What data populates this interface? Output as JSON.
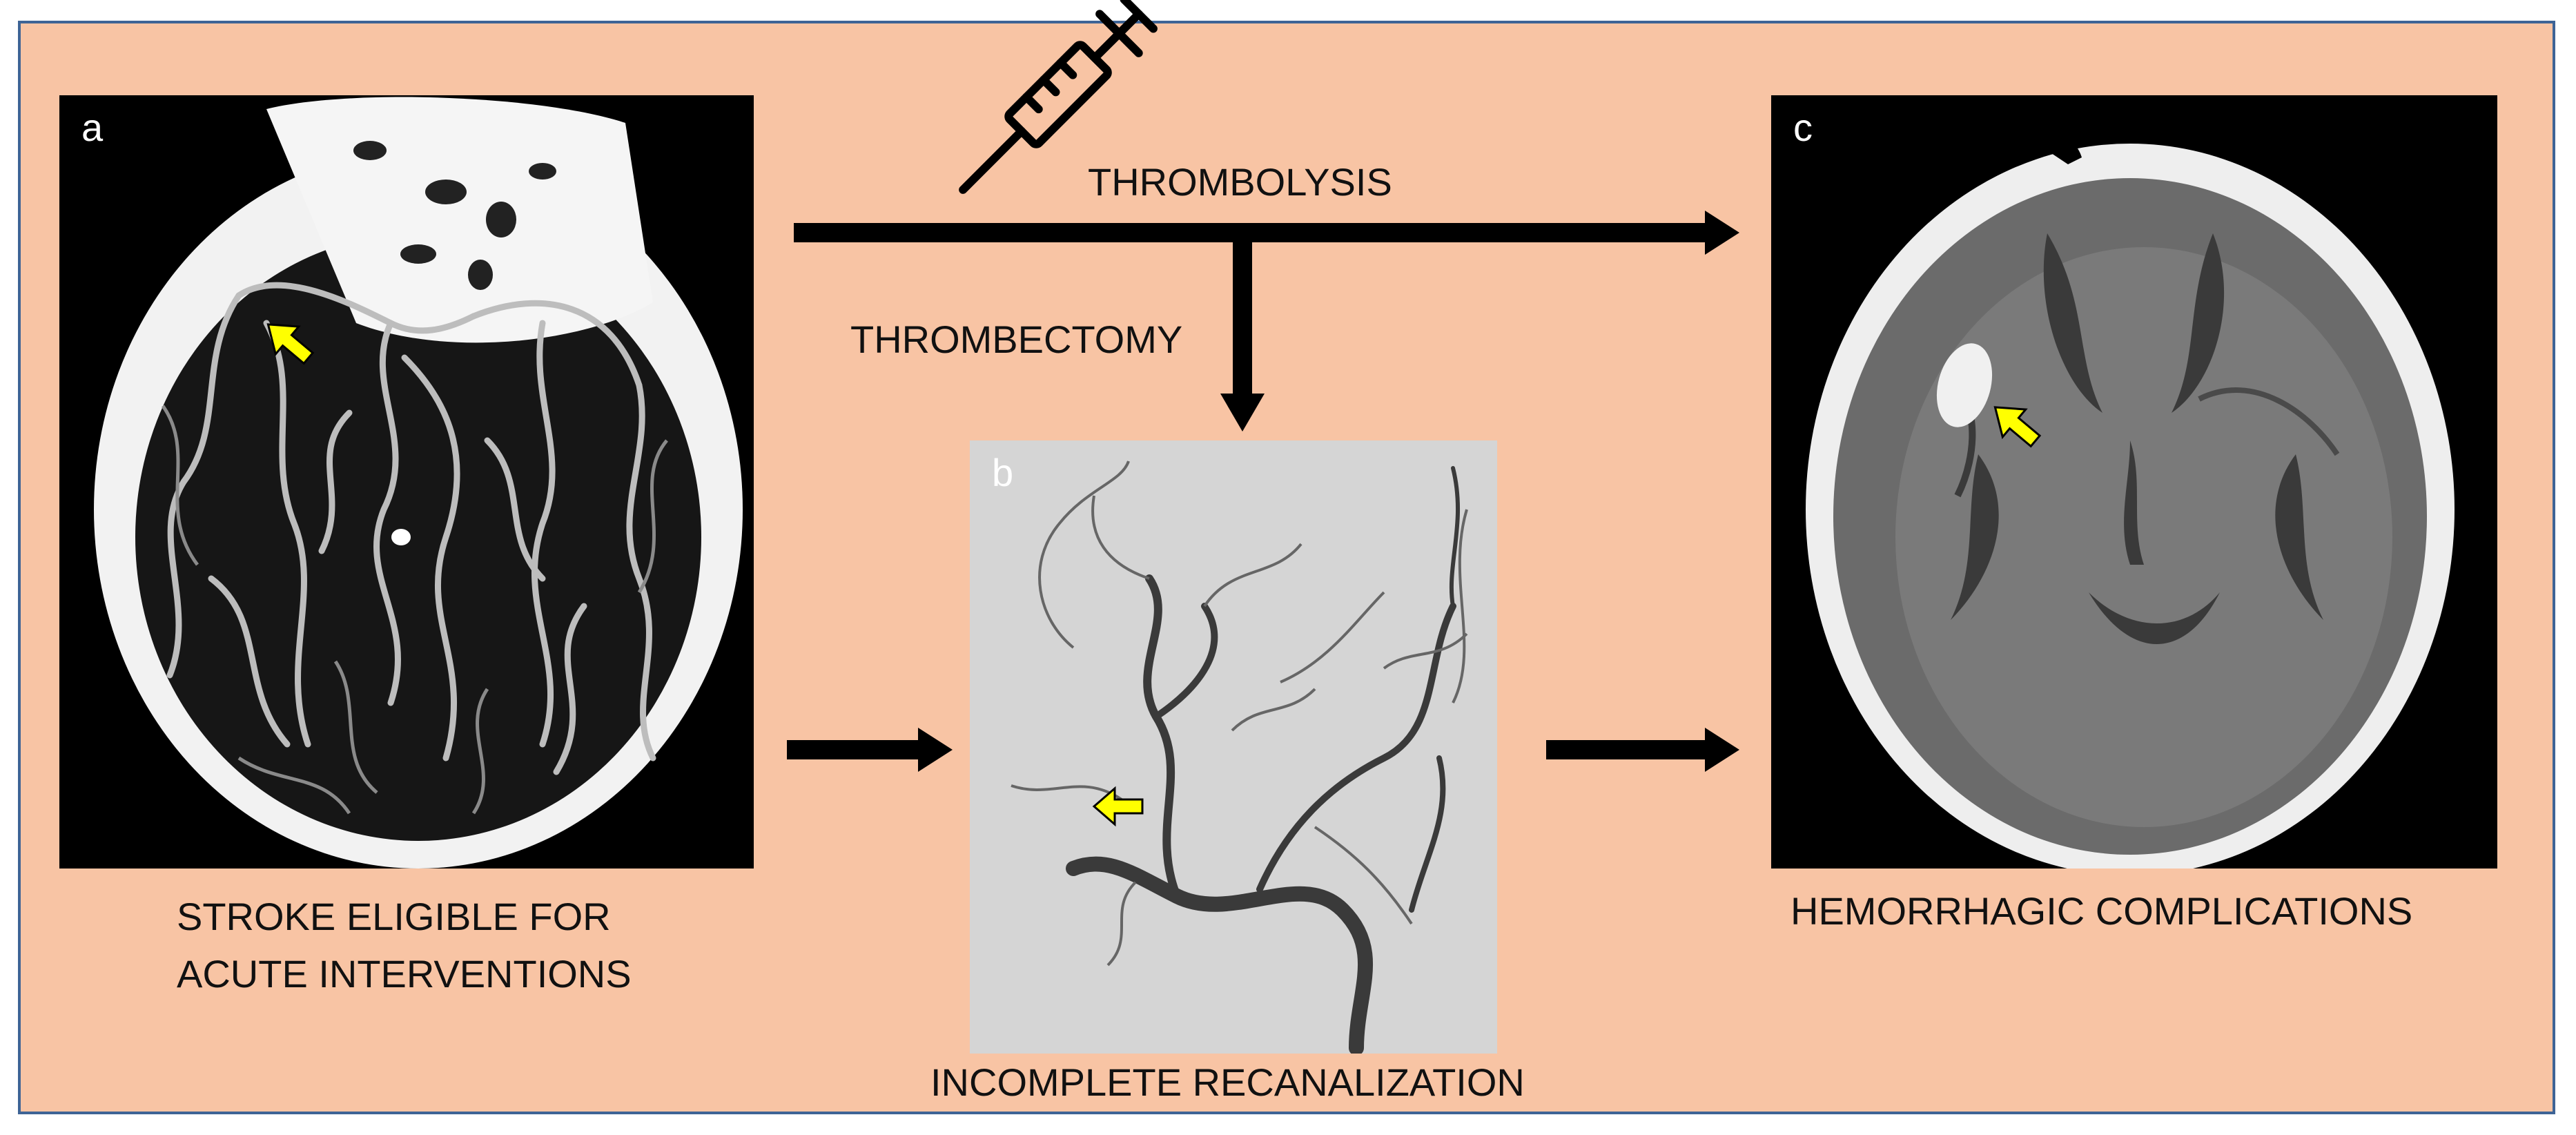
{
  "panels": {
    "a": {
      "letter": "a"
    },
    "b": {
      "letter": "b"
    },
    "c": {
      "letter": "c"
    }
  },
  "labels": {
    "thrombolysis": "THROMBOLYSIS",
    "thrombectomy": "THROMBECTOMY",
    "stroke_line1": "STROKE ELIGIBLE FOR",
    "stroke_line2": "ACUTE INTERVENTIONS",
    "incomplete": "INCOMPLETE RECANALIZATION",
    "hemorrhagic": "HEMORRHAGIC COMPLICATIONS"
  },
  "colors": {
    "background": "#f8c4a4",
    "border": "#3e6496",
    "arrow": "#000000",
    "marker": "#ffff00"
  },
  "icons": [
    "syringe-icon"
  ]
}
